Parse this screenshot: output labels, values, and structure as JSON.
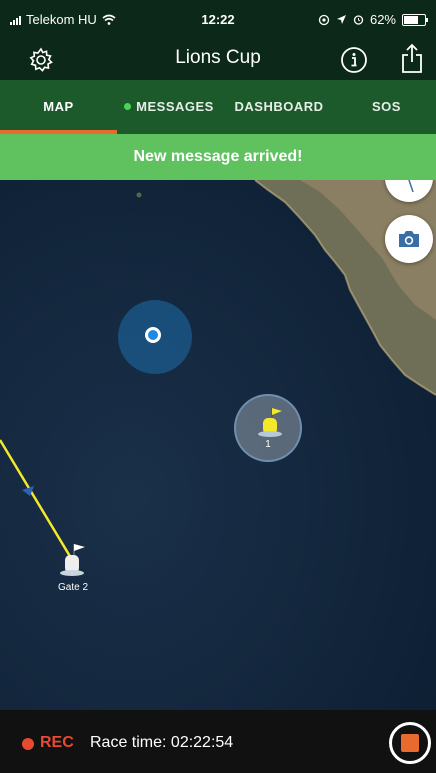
{
  "status": {
    "carrier": "Telekom HU",
    "time": "12:22",
    "battery": "62%",
    "battery_level": 0.62
  },
  "header": {
    "title": "Lions Cup"
  },
  "tabs": [
    {
      "label": "MAP",
      "active": true
    },
    {
      "label": "MESSAGES",
      "active": false,
      "has_new": true
    },
    {
      "label": "DASHBOARD",
      "active": false
    },
    {
      "label": "SOS",
      "active": false
    }
  ],
  "banner": {
    "text": "New message arrived!"
  },
  "map": {
    "buoy_label": "1",
    "gate_label": "Gate 2"
  },
  "footer": {
    "rec_label": "REC",
    "race_time": "Race time: 02:22:54"
  },
  "colors": {
    "header_bg": "#0c2818",
    "tab_bg": "#1d5a2b",
    "tab_indicator": "#e86a2f",
    "banner_bg": "#5fc25f",
    "rec": "#e84a2f",
    "course_line": "#f3e82a"
  },
  "icons": {
    "settings": "gear-icon",
    "info": "info-icon",
    "share": "share-icon",
    "compass": "compass-icon",
    "camera": "camera-icon",
    "stop": "stop-icon"
  }
}
